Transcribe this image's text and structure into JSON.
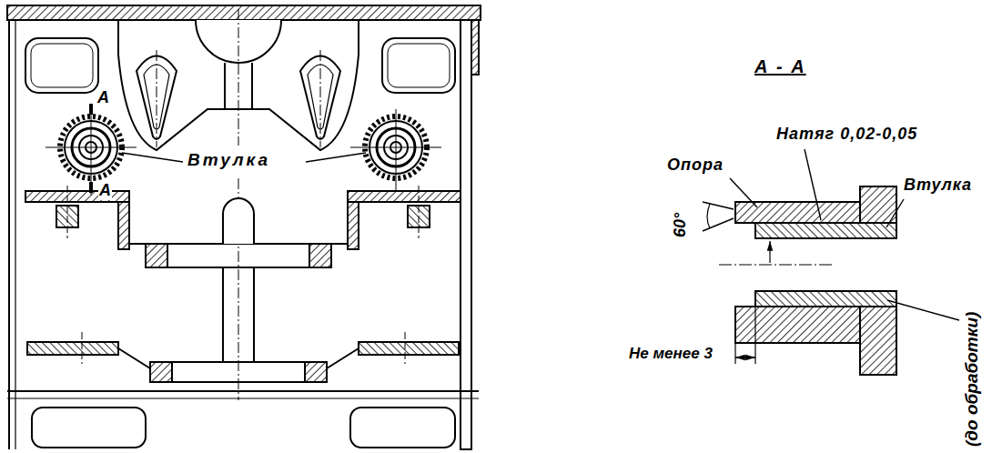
{
  "diagram": {
    "labels": [
      "А",
      "А",
      "Втулка",
      "А - А",
      "Натяг 0,02-0,05",
      "Опора",
      "Втулка",
      "60°",
      "Не менее 3",
      "(до обработки)"
    ]
  }
}
